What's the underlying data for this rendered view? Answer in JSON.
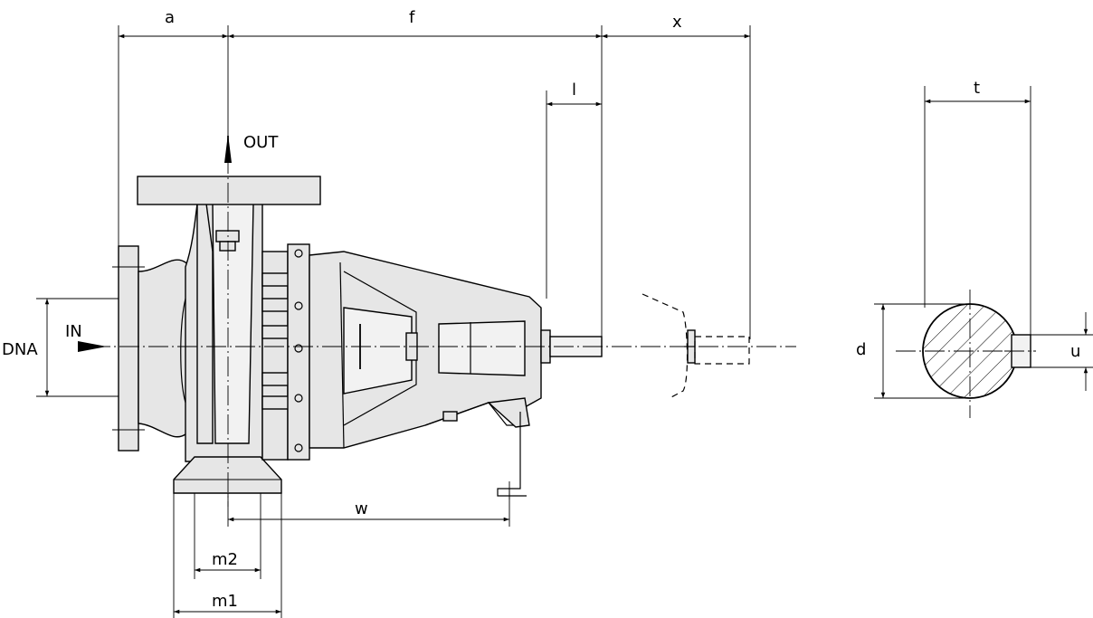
{
  "labels": {
    "a": "a",
    "f": "f",
    "x": "x",
    "l": "l",
    "t": "t",
    "out": "OUT",
    "in": "IN",
    "dna": "DNA",
    "d": "d",
    "u": "u",
    "w": "w",
    "m1": "m1",
    "m2": "m2"
  }
}
